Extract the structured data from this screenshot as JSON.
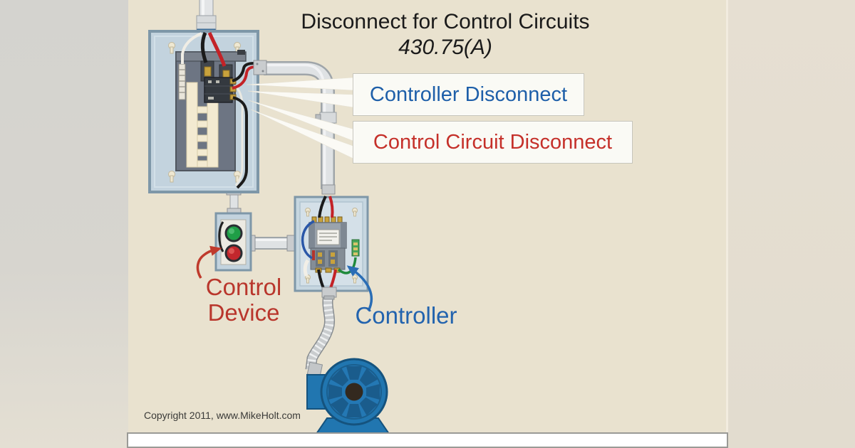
{
  "title": {
    "main": "Disconnect for Control Circuits",
    "code": "430.75(A)"
  },
  "callouts": {
    "controller_disconnect": {
      "label": "Controller Disconnect"
    },
    "control_circuit_disconnect": {
      "label": "Control Circuit Disconnect"
    },
    "control_device": {
      "line1": "Control",
      "line2": "Device"
    },
    "controller": {
      "label": "Controller"
    }
  },
  "footer": {
    "copyright": "Copyright 2011, www.MikeHolt.com"
  },
  "colors": {
    "diagram_background": "#e9e2cf",
    "left_margin": "#d6d4ce",
    "right_margin": "#e3dcd0",
    "title_text": "#1a1a1a",
    "blue_label_text": "#1e5fa9",
    "red_label_text": "#c5302a",
    "side_red_text": "#b9362c",
    "side_blue_text": "#2263ae",
    "panel_enclosure": "#c3d3de",
    "panel_border": "#7e97a8",
    "panel_interior": "#6d7583",
    "bus_bar_cream": "#f3ead1",
    "wire_black": "#1b1b1b",
    "wire_red": "#c32227",
    "wire_white": "#f0ede5",
    "wire_green": "#1f8a3c",
    "wire_blue": "#2a57a8",
    "conduit_gray": "#dfe2e4",
    "motor_blue": "#2176b0",
    "motor_blade_blue": "#1a5c8c",
    "button_green": "#1f9e47",
    "button_red": "#c2272d",
    "callout_beam": "#fbfaf5",
    "floor_strip": "#ffffff"
  }
}
